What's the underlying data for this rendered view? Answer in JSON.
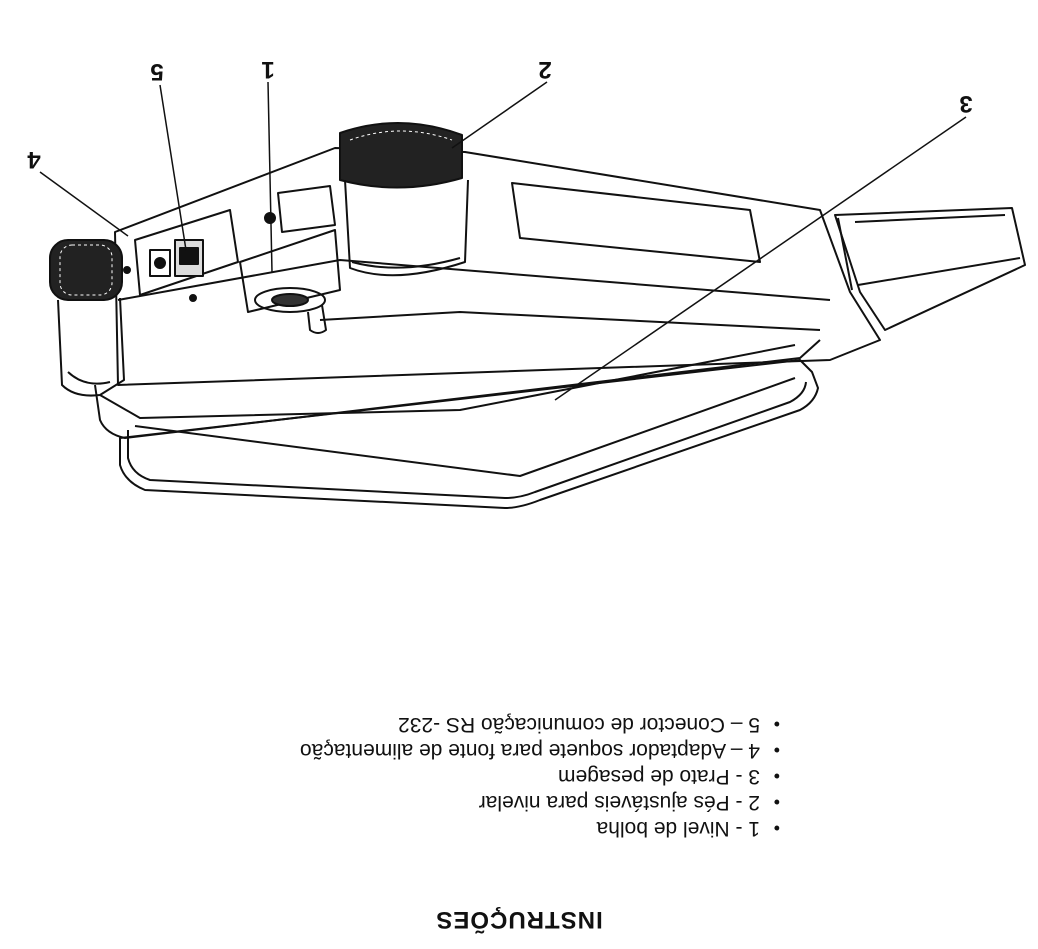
{
  "document": {
    "title": "INSTRUÇÕES",
    "legend_items": [
      "1 - Nivel de bolha",
      "2 - Pés ajustáveis para nivelar",
      "3 - Prato de pesagem",
      "4 – Adaptador soquete para fonte de alimentação",
      "5 – Conector de comunicação RS -232"
    ],
    "callouts": [
      "1",
      "2",
      "3",
      "4",
      "5"
    ],
    "bullet": "•"
  },
  "colors": {
    "ink": "#111111",
    "paper": "#ffffff"
  },
  "orientation": "upside-down (rotated 180 degrees)"
}
